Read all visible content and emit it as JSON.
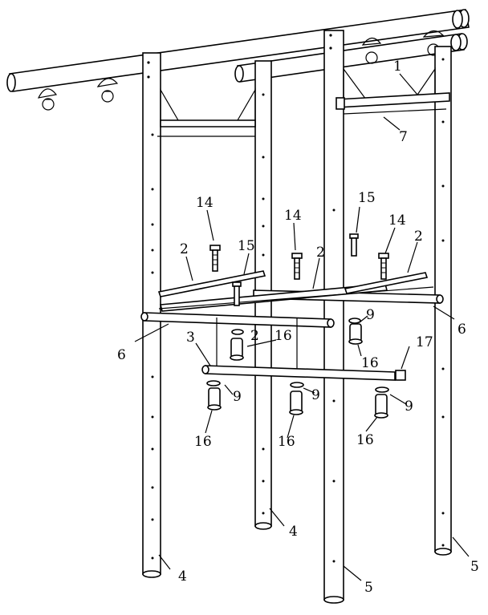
{
  "diagram": {
    "labels": {
      "1": "1",
      "2a": "2",
      "2b": "2",
      "2c": "2",
      "2d": "2",
      "3": "3",
      "4a": "4",
      "4b": "4",
      "5a": "5",
      "5b": "5",
      "6a": "6",
      "6b": "6",
      "7": "7",
      "9a": "9",
      "9b": "9",
      "9c": "9",
      "9d": "9",
      "14a": "14",
      "14b": "14",
      "14c": "14",
      "15a": "15",
      "15b": "15",
      "16a": "16",
      "16b": "16",
      "16c": "16",
      "16d": "16",
      "16e": "16",
      "17": "17"
    }
  }
}
